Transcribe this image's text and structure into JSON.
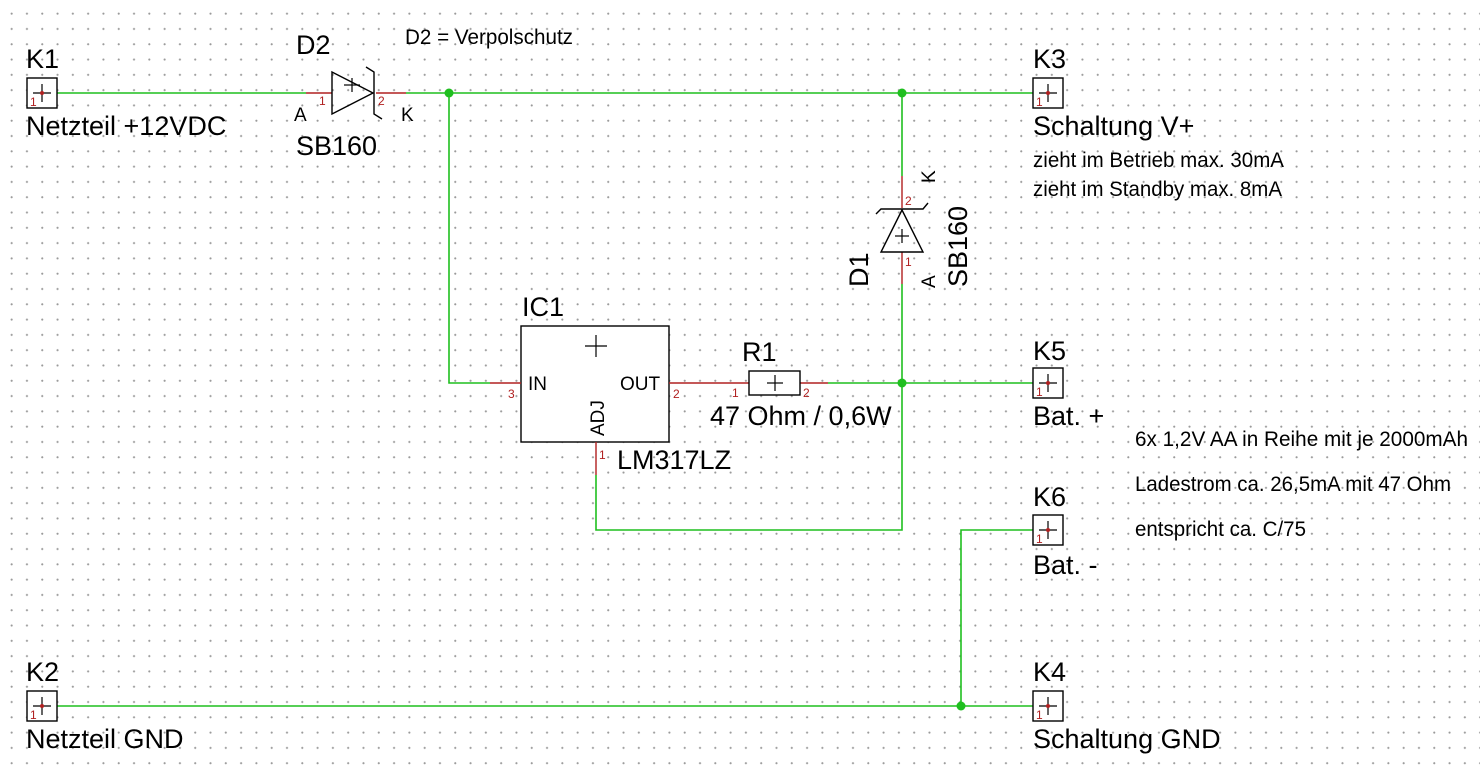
{
  "connectors": {
    "k1": {
      "ref": "K1",
      "pin": "1",
      "label": "Netzteil +12VDC"
    },
    "k2": {
      "ref": "K2",
      "pin": "1",
      "label": "Netzteil GND"
    },
    "k3": {
      "ref": "K3",
      "pin": "1",
      "label": "Schaltung V+",
      "note1": "zieht im Betrieb max. 30mA",
      "note2": "zieht im Standby max. 8mA"
    },
    "k4": {
      "ref": "K4",
      "pin": "1",
      "label": "Schaltung GND"
    },
    "k5": {
      "ref": "K5",
      "pin": "1",
      "label": "Bat. +"
    },
    "k6": {
      "ref": "K6",
      "pin": "1",
      "label": "Bat. -"
    }
  },
  "d2": {
    "ref": "D2",
    "value": "SB160",
    "anode": "A",
    "cathode": "K",
    "pin_a": "1",
    "pin_k": "2",
    "note": "D2 = Verpolschutz"
  },
  "d1": {
    "ref": "D1",
    "value": "SB160",
    "anode": "A",
    "cathode": "K",
    "pin_a": "1",
    "pin_k": "2"
  },
  "ic1": {
    "ref": "IC1",
    "value": "LM317LZ",
    "pin_in_label": "IN",
    "pin_out_label": "OUT",
    "pin_adj_label": "ADJ",
    "pin_in": "3",
    "pin_out": "2",
    "pin_adj": "1"
  },
  "r1": {
    "ref": "R1",
    "value": "47 Ohm / 0,6W",
    "pin1": "1",
    "pin2": "2"
  },
  "battery_notes": {
    "line1": "6x 1,2V AA in Reihe mit je 2000mAh",
    "line2": "Ladestrom ca. 26,5mA mit 47 Ohm",
    "line3": "entspricht ca. C/75"
  },
  "colors": {
    "wire": "#1fbf1f",
    "pin": "#b02020",
    "body": "#000000",
    "grid": "#9a9a9a"
  }
}
